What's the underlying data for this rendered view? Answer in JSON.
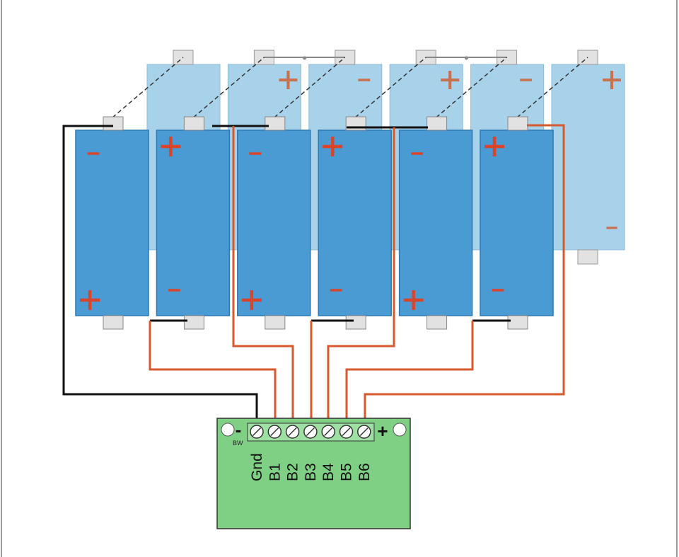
{
  "colors": {
    "cell_front": "#4a9ad4",
    "cell_front_border": "#2f78b4",
    "cell_back": "#a8d2ea",
    "cell_back_border": "#8cbcd8",
    "terminal_cap": "#e2e2e2",
    "wire_red": "#d65a2c",
    "wire_black": "#111111",
    "board": "#7fcf84",
    "board_border": "#333333",
    "polarity_front": "#d9452b",
    "polarity_back": "#c9704f"
  },
  "symbols": {
    "plus": "+",
    "minus": "-"
  },
  "front_row": [
    {
      "top": "-",
      "bottom": "+"
    },
    {
      "top": "+",
      "bottom": "-"
    },
    {
      "top": "-",
      "bottom": "+"
    },
    {
      "top": "+",
      "bottom": "-"
    },
    {
      "top": "-",
      "bottom": "+"
    },
    {
      "top": "+",
      "bottom": "-"
    }
  ],
  "back_row": [
    {
      "top": "",
      "bottom": ""
    },
    {
      "top": "+",
      "bottom": ""
    },
    {
      "top": "-",
      "bottom": ""
    },
    {
      "top": "+",
      "bottom": ""
    },
    {
      "top": "-",
      "bottom": ""
    },
    {
      "top": "+",
      "bottom": "-"
    }
  ],
  "board": {
    "minus_label": "-",
    "plus_label": "+",
    "model_label": "BW",
    "terminals": [
      "Gnd",
      "B1",
      "B2",
      "B3",
      "B4",
      "B5",
      "B6"
    ]
  }
}
